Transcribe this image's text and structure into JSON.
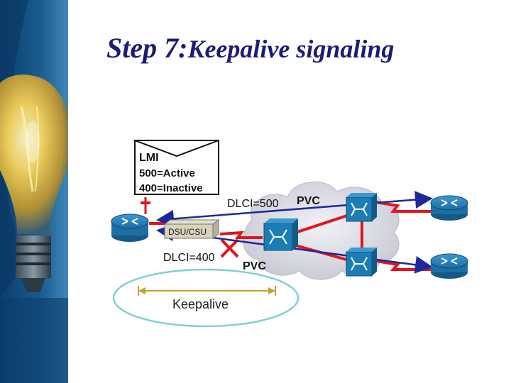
{
  "slide": {
    "title_step": "Step 7:",
    "title_rest": "Keepalive signaling"
  },
  "diagram": {
    "lmi_box": {
      "heading": "LMI",
      "line1": "500=Active",
      "line2": "400=Inactive"
    },
    "dlci_top": "DLCI=500",
    "pvc_top": "PVC",
    "dlci_bottom": "DLCI=400",
    "pvc_bottom": "PVC",
    "dsu_csu": "DSU/CSU",
    "keepalive": "Keepalive"
  },
  "colors": {
    "title": "#1c1c74",
    "pvc_line": "#1a2a9a",
    "link": "#e0151b",
    "keepalive_oval": "#7fd0d4",
    "keepalive_bracket": "#c8a12c",
    "router": "#1c7db5",
    "switch": "#1c7db5",
    "cloud": "#dcdce4"
  },
  "icons": [
    "lightbulb-background",
    "router-icon",
    "frame-relay-switch-icon",
    "dsu-csu-icon",
    "envelope-icon",
    "cloud-icon"
  ]
}
